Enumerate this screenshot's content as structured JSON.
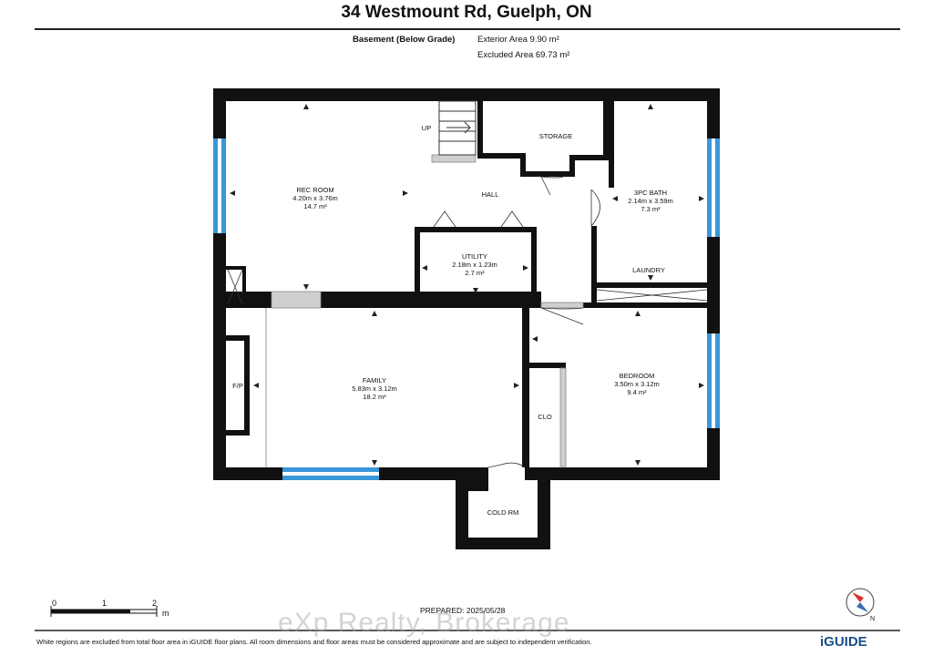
{
  "title": "34 Westmount Rd, Guelph, ON",
  "header": {
    "level": "Basement (Below Grade)",
    "exterior_area": "Exterior Area 9.90 m²",
    "excluded_area": "Excluded Area 69.73 m²"
  },
  "rooms": {
    "rec_room": {
      "name": "REC ROOM",
      "dims": "4.20m x 3.76m",
      "area": "14.7 m²"
    },
    "hall": {
      "name": "HALL"
    },
    "storage": {
      "name": "STORAGE"
    },
    "bath": {
      "name": "3PC BATH",
      "dims": "2.14m x 3.59m",
      "area": "7.3 m²"
    },
    "utility": {
      "name": "UTILITY",
      "dims": "2.18m x 1.23m",
      "area": "2.7 m²"
    },
    "laundry": {
      "name": "LAUNDRY"
    },
    "family": {
      "name": "FAMILY",
      "dims": "5.83m x 3.12m",
      "area": "18.2 m²"
    },
    "bedroom": {
      "name": "BEDROOM",
      "dims": "3.50m x 3.12m",
      "area": "9.4 m²"
    },
    "closet": {
      "name": "CLO"
    },
    "fireplace": {
      "name": "F/P"
    },
    "cold_room": {
      "name": "COLD RM"
    },
    "stairs": {
      "name": "UP"
    }
  },
  "scale": {
    "ticks": [
      "0",
      "1",
      "2"
    ],
    "unit": "m"
  },
  "compass": {
    "label": "N"
  },
  "prepared": "PREPARED: 2025/05/28",
  "footnote": "White regions are excluded from total floor area in iGUIDE floor plans. All room dimensions and floor areas must be considered approximate and are subject to independent verification.",
  "watermark": "eXp Realty, Brokerage",
  "brand": "iGUIDE",
  "colors": {
    "wall": "#111111",
    "window": "#3a96d8",
    "door": "#aaaaaa"
  }
}
